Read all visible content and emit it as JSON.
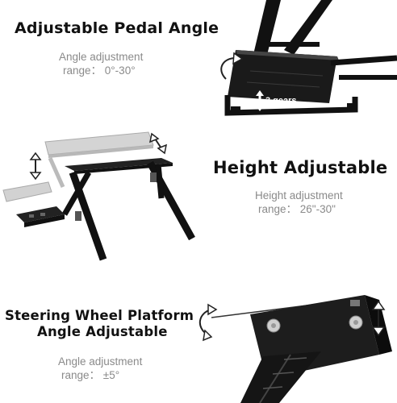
{
  "section1": {
    "heading": "Adjustable Pedal Angle",
    "caption_line1": "Angle adjustment",
    "caption_line2": "range：  0°-30°",
    "gear_label": "3 gears"
  },
  "section2": {
    "heading": "Height Adjustable",
    "caption_line1": "Height adjustment",
    "caption_line2": "range：  26\"-30\""
  },
  "section3": {
    "heading_line1": "Steering Wheel Platform",
    "heading_line2": "Angle Adjustable",
    "caption_line1": "Angle adjustment",
    "caption_line2": "range：  ±5°"
  },
  "colors": {
    "frame": "#111111",
    "silver": "#c8c8c8",
    "caption": "#8a8a8a"
  },
  "icons": [
    "rotate-arrow-icon",
    "double-arrow-icon"
  ]
}
